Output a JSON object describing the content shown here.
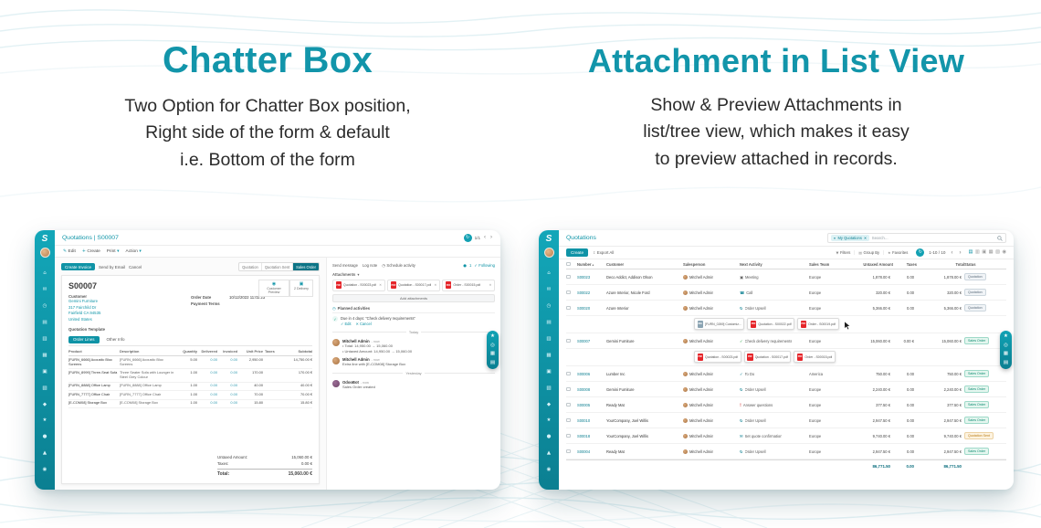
{
  "colors": {
    "teal": "#1095a8",
    "teal_dark": "#0b7f91",
    "heading_teal": "#1295aa",
    "pdf_red": "#e5252a",
    "badge_quotation": "#5a6b7a",
    "badge_sales_order": "#0e8c72",
    "badge_quotation_sent": "#b97a10"
  },
  "glyphs": {
    "check": "✓",
    "cross": "✕",
    "clock": "◷",
    "refresh": "↻",
    "pencil": "✎",
    "plus": "+",
    "caret_down": "▾",
    "caret_up": "▴",
    "chev_left": "‹",
    "chev_right": "›",
    "arrow_up": "↥",
    "star": "★",
    "eye": "◉",
    "truck": "▣",
    "person": "●",
    "funnel": "▼"
  },
  "hero": {
    "left_title": "Chatter Box",
    "left_subtitle_lines": [
      "Two Option for Chatter Box position,",
      "Right side of the form & default",
      "i.e. Bottom of the form"
    ],
    "right_title": "Attachment in List View",
    "right_subtitle_lines": [
      "Show & Preview Attachments in",
      "list/tree view, which makes it easy",
      "to preview attached in records."
    ]
  },
  "sidebar": {
    "logo": "S",
    "icons": [
      {
        "name": "discuss-icon",
        "glyph": "⌂"
      },
      {
        "name": "mail-icon",
        "glyph": "✉"
      },
      {
        "name": "calendar-icon",
        "glyph": "◷"
      },
      {
        "name": "contacts-icon",
        "glyph": "▤"
      },
      {
        "name": "crm-icon",
        "glyph": "▥"
      },
      {
        "name": "sales-icon",
        "glyph": "▦"
      },
      {
        "name": "dashboard-icon",
        "glyph": "▣"
      },
      {
        "name": "inventory-icon",
        "glyph": "▧"
      },
      {
        "name": "purchase-icon",
        "glyph": "◆"
      },
      {
        "name": "accounting-icon",
        "glyph": "★"
      },
      {
        "name": "manufacturing-icon",
        "glyph": "●"
      },
      {
        "name": "website-icon",
        "glyph": "▲"
      },
      {
        "name": "settings-icon",
        "glyph": "◉"
      }
    ]
  },
  "quickbar": {
    "icons": [
      {
        "name": "star-icon",
        "glyph": "★"
      },
      {
        "name": "search-icon",
        "glyph": "◎"
      },
      {
        "name": "grid-icon",
        "glyph": "▦"
      },
      {
        "name": "list-icon",
        "glyph": "▤"
      }
    ]
  },
  "form_view": {
    "breadcrumb": "Quotations | S00007",
    "pager": "1/1",
    "controls": [
      {
        "name": "edit-button",
        "label": "Edit",
        "glyph": "✎",
        "caret": false
      },
      {
        "name": "create-button",
        "label": "Create",
        "glyph": "+",
        "caret": false
      },
      {
        "name": "print-menu",
        "label": "Print",
        "glyph": "▾",
        "caret": true
      },
      {
        "name": "action-menu",
        "label": "Action",
        "glyph": "▾",
        "caret": true
      }
    ],
    "action_buttons": [
      {
        "name": "create-invoice-button",
        "label": "Create Invoice",
        "primary": true
      },
      {
        "name": "send-by-email-button",
        "label": "Send by Email",
        "primary": false
      },
      {
        "name": "cancel-button",
        "label": "Cancel",
        "primary": false
      }
    ],
    "statusbar": [
      "Quotation",
      "Quotation Sent",
      "Sales Order"
    ],
    "statusbar_active": "Sales Order",
    "smart_buttons": [
      {
        "name": "customer-preview-button",
        "icon": "eye-icon",
        "glyph": "◉",
        "label": "Customer Preview"
      },
      {
        "name": "delivery-button",
        "icon": "truck-icon",
        "glyph": "▣",
        "label": "2 Delivery"
      }
    ],
    "record_name": "S00007",
    "fields": {
      "customer_label": "Customer",
      "customer_lines": [
        "Gemini Furniture",
        "317 Fairchild Dr",
        "Fairfield CA 94535",
        "United States"
      ],
      "order_date_label": "Order Date",
      "order_date_value": "10/12/2022 11:02:23",
      "payment_terms_label": "Payment Terms",
      "payment_terms_value": "",
      "quotation_template_label": "Quotation Template"
    },
    "tabs": [
      "Order Lines",
      "Other Info"
    ],
    "active_tab": "Order Lines",
    "table": {
      "headers": [
        "Product",
        "Description",
        "Quantity",
        "Delivered",
        "Invoiced",
        "Unit Price",
        "Taxes",
        "Subtotal"
      ],
      "rows": [
        [
          "[FURN_6666] Acoustic Bloc Screens",
          "[FURN_6666] Acoustic Bloc Screens",
          "5.00",
          "0.00",
          "0.00",
          "2,950.00",
          "",
          "14,750.00 €"
        ],
        [
          "[FURN_8999] Three-Seat Sofa",
          "Three Seater Sofa with Lounger in Steel Grey Colour",
          "1.00",
          "0.00",
          "0.00",
          "170.00",
          "",
          "170.00 €"
        ],
        [
          "[FURN_8888] Office Lamp",
          "[FURN_8888] Office Lamp",
          "1.00",
          "0.00",
          "0.00",
          "40.00",
          "",
          "40.00 €"
        ],
        [
          "[FURN_7777] Office Chair",
          "[FURN_7777] Office Chair",
          "1.00",
          "0.00",
          "0.00",
          "70.00",
          "",
          "70.00 €"
        ],
        [
          "[E-COM08] Storage Box",
          "[E-COM08] Storage Box",
          "1.00",
          "0.00",
          "0.00",
          "15.80",
          "",
          "15.80 €"
        ]
      ]
    },
    "totals": {
      "untaxed_label": "Untaxed Amount:",
      "untaxed": "15,060.00 €",
      "taxes_label": "Taxes:",
      "taxes": "0.00 €",
      "total_label": "Total:",
      "total": "15,060.00 €"
    }
  },
  "chatter": {
    "actions": [
      "Send message",
      "Log note",
      "Schedule activity"
    ],
    "followers": {
      "count": "1",
      "label": "Following"
    },
    "attachments_label": "Attachments",
    "attachments": [
      "Quotation - S00023.pdf",
      "Quotation - S00017.pdf",
      "Order - S00015.pdf"
    ],
    "add_attachments_label": "Add attachments",
    "planned_activities_label": "Planned activities",
    "activity": {
      "text": "Due in 4 days: “Check delivery requirements”",
      "for_text": "for Mitchell Admin",
      "edit_label": "Edit",
      "cancel_label": "Cancel"
    },
    "dividers": {
      "today": "Today",
      "yesterday": "Yesterday"
    },
    "messages": [
      {
        "author": "Mitchell Admin",
        "time": "- now",
        "bot": false,
        "lines": [
          "• Total: 14,950.00 → 15,060.00",
          "• Untaxed Amount: 14,950.00 → 15,060.00"
        ]
      },
      {
        "author": "Mitchell Admin",
        "time": "- now",
        "bot": false,
        "lines": [
          "Extra line with [E-COM08] Storage Box"
        ]
      },
      {
        "author": "OdooBot",
        "time": "- now",
        "bot": true,
        "lines": [
          "Sales Order created"
        ]
      }
    ]
  },
  "list_view": {
    "title": "Quotations",
    "search": {
      "facet_label": "My Quotations",
      "placeholder": "Search..."
    },
    "create_button": "Create",
    "export_button": "Export All",
    "toolbar": [
      {
        "name": "filters-button",
        "label": "Filters",
        "glyph": "▼"
      },
      {
        "name": "group-by-button",
        "label": "Group By",
        "glyph": "▤"
      },
      {
        "name": "favorites-button",
        "label": "Favorites",
        "glyph": "★"
      }
    ],
    "pager": "1-10 / 10",
    "view_switcher": [
      {
        "name": "list-view-icon",
        "glyph": "▤",
        "active": true
      },
      {
        "name": "kanban-view-icon",
        "glyph": "▥",
        "active": false
      },
      {
        "name": "calendar-view-icon",
        "glyph": "▣",
        "active": false
      },
      {
        "name": "pivot-view-icon",
        "glyph": "▦",
        "active": false
      },
      {
        "name": "graph-view-icon",
        "glyph": "▧",
        "active": false
      },
      {
        "name": "map-view-icon",
        "glyph": "◉",
        "active": false
      }
    ],
    "headers": [
      "Number",
      "Customer",
      "Salesperson",
      "Next Activity",
      "Sales Team",
      "Untaxed Amount",
      "Taxes",
      "Total",
      "Status"
    ],
    "rows": [
      {
        "number": "S00023",
        "customer": "Deco Addict, Addison Olson",
        "salesperson": "Mitchell Admin",
        "activity": "Meeting",
        "activity_glyph": "▣",
        "activity_color": "#666666",
        "team": "Europe",
        "untaxed": "1,878.00 €",
        "taxes": "0.00",
        "total": "1,878.00 €",
        "status": "Quotation",
        "status_type": "quotation"
      },
      {
        "number": "S00022",
        "customer": "Azure Interior, Nicole Ford",
        "salesperson": "Mitchell Admin",
        "activity": "Call",
        "activity_glyph": "☎",
        "activity_color": "#0b7f91",
        "team": "Europe",
        "untaxed": "320.00 €",
        "taxes": "0.00",
        "total": "320.00 €",
        "status": "Quotation",
        "status_type": "quotation"
      },
      {
        "number": "S00020",
        "customer": "Azure Interior",
        "salesperson": "Mitchell Admin",
        "activity": "Order Upsell",
        "activity_glyph": "↻",
        "activity_color": "#0b7f91",
        "team": "Europe",
        "untaxed": "5,366.00 €",
        "taxes": "0.00",
        "total": "5,366.00 €",
        "status": "Quotation",
        "status_type": "quotation"
      },
      {
        "number": "S00007",
        "customer": "Gemini Furniture",
        "salesperson": "Mitchell Admin",
        "activity": "Check delivery requirements",
        "activity_glyph": "✓",
        "activity_color": "#28a745",
        "team": "Europe",
        "untaxed": "15,060.00 €",
        "taxes": "0.00 €",
        "total": "15,060.00 €",
        "status": "Sales Order",
        "status_type": "sales-order"
      },
      {
        "number": "S00006",
        "customer": "Lumber Inc",
        "salesperson": "Mitchell Admin",
        "activity": "To Do",
        "activity_glyph": "✓",
        "activity_color": "#0b7f91",
        "team": "America",
        "untaxed": "750.00 €",
        "taxes": "0.00",
        "total": "750.00 €",
        "status": "Sales Order",
        "status_type": "sales-order"
      },
      {
        "number": "S00008",
        "customer": "Gemini Furniture",
        "salesperson": "Mitchell Admin",
        "activity": "Order Upsell",
        "activity_glyph": "↻",
        "activity_color": "#0b7f91",
        "team": "Europe",
        "untaxed": "2,240.00 €",
        "taxes": "0.00",
        "total": "2,240.00 €",
        "status": "Sales Order",
        "status_type": "sales-order"
      },
      {
        "number": "S00005",
        "customer": "Ready Mat",
        "salesperson": "Mitchell Admin",
        "activity": "Answer questions",
        "activity_glyph": "!",
        "activity_color": "#d9534f",
        "team": "Europe",
        "untaxed": "377.50 €",
        "taxes": "0.00",
        "total": "377.50 €",
        "status": "Sales Order",
        "status_type": "sales-order"
      },
      {
        "number": "S00010",
        "customer": "YourCompany, Joel Willis",
        "salesperson": "Mitchell Admin",
        "activity": "Order Upsell",
        "activity_glyph": "↻",
        "activity_color": "#0b7f91",
        "team": "Europe",
        "untaxed": "2,947.50 €",
        "taxes": "0.00",
        "total": "2,947.50 €",
        "status": "Sales Order",
        "status_type": "sales-order"
      },
      {
        "number": "S00018",
        "customer": "YourCompany, Joel Willis",
        "salesperson": "Mitchell Admin",
        "activity": "Set quote confirmation",
        "activity_glyph": "✉",
        "activity_color": "#0b7f91",
        "team": "Europe",
        "untaxed": "9,740.00 €",
        "taxes": "0.00",
        "total": "9,740.00 €",
        "status": "Quotation Sent",
        "status_type": "quotation-sent"
      },
      {
        "number": "S00004",
        "customer": "Ready Mat",
        "salesperson": "Mitchell Admin",
        "activity": "Order Upsell",
        "activity_glyph": "↻",
        "activity_color": "#0b7f91",
        "team": "Europe",
        "untaxed": "2,947.50 €",
        "taxes": "0.00",
        "total": "2,947.50 €",
        "status": "Sales Order",
        "status_type": "sales-order"
      }
    ],
    "attachment_rows": [
      {
        "after": 2,
        "cursor": true,
        "chips": [
          {
            "kind": "img",
            "label": "[FURN_0269] Customiz..."
          },
          {
            "kind": "pdf",
            "label": "Quotation - S00022.pdf"
          },
          {
            "kind": "pdf",
            "label": "Order - S00019.pdf"
          }
        ]
      },
      {
        "after": 3,
        "cursor": false,
        "chips": [
          {
            "kind": "pdf",
            "label": "Quotation - S00023.pdf"
          },
          {
            "kind": "pdf",
            "label": "Quotation - S00017.pdf"
          },
          {
            "kind": "pdf",
            "label": "Order - S00015.pdf"
          }
        ]
      }
    ],
    "footer": {
      "untaxed": "86,771.50",
      "taxes": "0.00",
      "total": "86,771.50"
    }
  }
}
